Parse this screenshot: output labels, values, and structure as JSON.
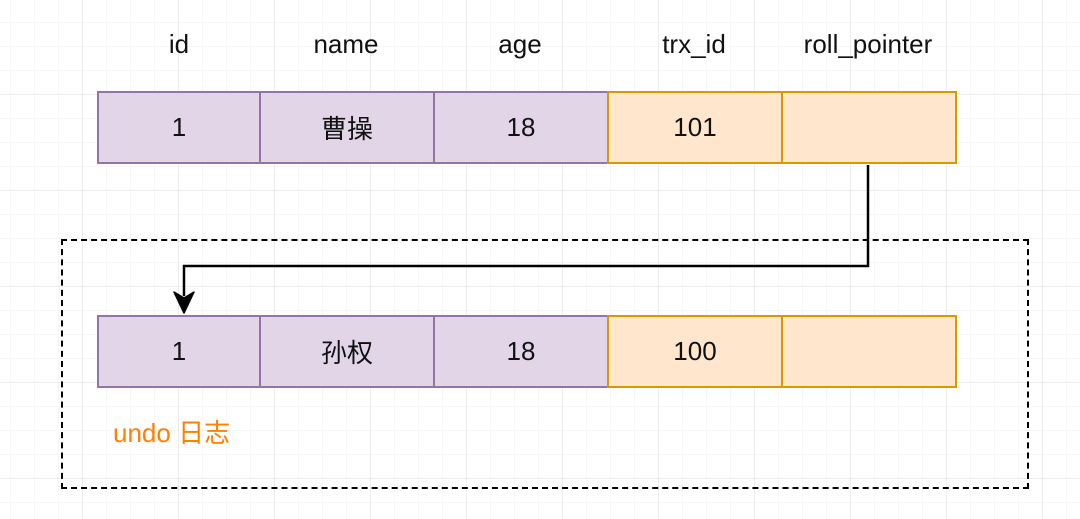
{
  "columns": [
    "id",
    "name",
    "age",
    "trx_id",
    "roll_pointer"
  ],
  "current_row": {
    "id": "1",
    "name": "曹操",
    "age": "18",
    "trx_id": "101",
    "roll_pointer": ""
  },
  "undo_row": {
    "id": "1",
    "name": "孙权",
    "age": "18",
    "trx_id": "100",
    "roll_pointer": ""
  },
  "undo_log_label": "undo 日志",
  "colors": {
    "field_fill": "#e1d5e7",
    "field_border": "#9673a6",
    "meta_fill": "#ffe6cc",
    "meta_border": "#d79b00",
    "label": "#ff8000"
  }
}
